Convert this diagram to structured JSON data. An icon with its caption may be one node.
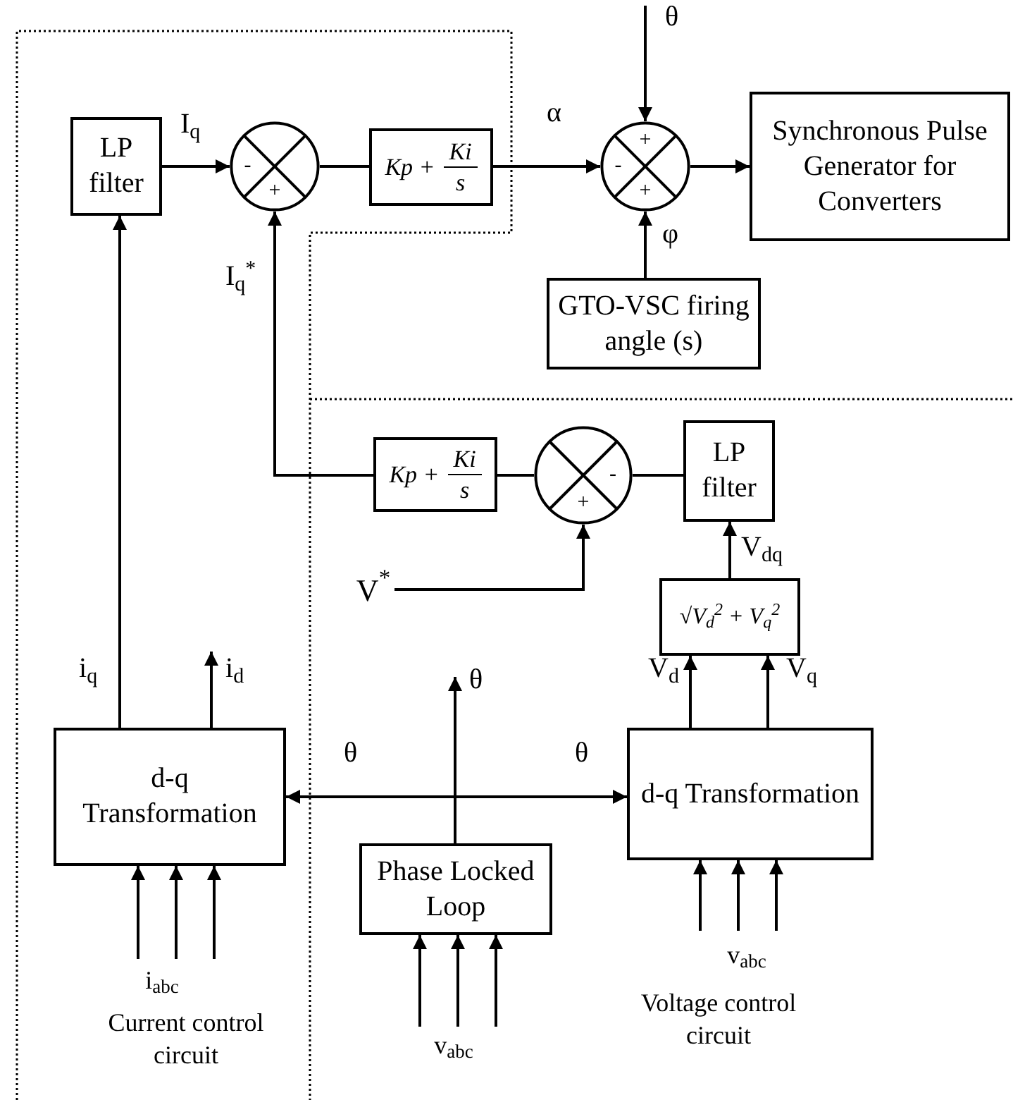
{
  "diagram": {
    "nodes": [
      {
        "text": [
          "LP filter"
        ]
      },
      {
        "text": [
          "-",
          "+"
        ]
      },
      {
        "text": [
          "Kp +",
          "Ki",
          "s"
        ]
      },
      {
        "text": [
          "+",
          "-",
          "+"
        ]
      },
      {
        "text": [
          "Synchronous Pulse Generator for Converters"
        ]
      },
      {
        "text": [
          "GTO-VSC firing angle (s)"
        ]
      },
      {
        "text": [
          "Kp +",
          "Ki",
          "s"
        ]
      },
      {
        "text": [
          "-",
          "+"
        ]
      },
      {
        "text": [
          "LP filter"
        ]
      },
      {
        "text": [
          "√V$_{d}$$^{2}$ + V$_{q}$$^{2}$"
        ]
      },
      {
        "text": [
          "d-q Transformation"
        ]
      },
      {
        "text": [
          "Phase Locked Loop"
        ]
      },
      {
        "text": [
          "d-q Transformation"
        ]
      },
      {
        "text": [
          "V$^{*}$"
        ]
      }
    ],
    "edges": [
      {
        "from": 0,
        "to": 1,
        "arrow": "to",
        "label": "I$_{q}$"
      },
      {
        "from": 1,
        "to": 2,
        "arrow": "none"
      },
      {
        "from": 2,
        "to": 3,
        "arrow": "to",
        "label": "α"
      },
      {
        "from": null,
        "to": 3,
        "arrow": "to",
        "label": "θ"
      },
      {
        "from": 3,
        "to": 4,
        "arrow": "to"
      },
      {
        "from": 5,
        "to": 3,
        "arrow": "to",
        "label": "φ"
      },
      {
        "from": 6,
        "to": 1,
        "arrow": "to",
        "label": "I$_{q}$$^{*}$"
      },
      {
        "from": 7,
        "to": 6,
        "arrow": "none"
      },
      {
        "from": 8,
        "to": 7,
        "arrow": "none"
      },
      {
        "from": 13,
        "to": 7,
        "arrow": "to"
      },
      {
        "from": 9,
        "to": 8,
        "arrow": "to",
        "label": "V$_{dq}$"
      },
      {
        "from": 12,
        "to": 9,
        "arrow": "to",
        "label": "V$_{d}$"
      },
      {
        "from": 12,
        "to": 9,
        "arrow": "to",
        "label": "V$_{q}$"
      },
      {
        "from": 10,
        "to": 0,
        "arrow": "to",
        "label": "i$_{q}$"
      },
      {
        "from": 10,
        "to": null,
        "arrow": "to",
        "label": "i$_{d}$"
      },
      {
        "from": 11,
        "to": 10,
        "arrow": "to",
        "label": "θ"
      },
      {
        "from": 11,
        "to": 12,
        "arrow": "to",
        "label": "θ"
      },
      {
        "from": 11,
        "to": null,
        "arrow": "to",
        "label": "θ"
      },
      {
        "from": null,
        "to": 10,
        "arrow": "to"
      },
      {
        "from": null,
        "to": 10,
        "arrow": "to"
      },
      {
        "from": null,
        "to": 10,
        "arrow": "to"
      },
      {
        "from": null,
        "to": 11,
        "arrow": "to"
      },
      {
        "from": null,
        "to": 11,
        "arrow": "to"
      },
      {
        "from": null,
        "to": 11,
        "arrow": "to"
      },
      {
        "from": null,
        "to": 12,
        "arrow": "to"
      },
      {
        "from": null,
        "to": 12,
        "arrow": "to"
      },
      {
        "from": null,
        "to": 12,
        "arrow": "to"
      }
    ],
    "labels": [
      "v$_{abc}$",
      "i$_{abc}$",
      "Voltage control circuit",
      "Current control circuit",
      "v$_{abc}$"
    ]
  }
}
